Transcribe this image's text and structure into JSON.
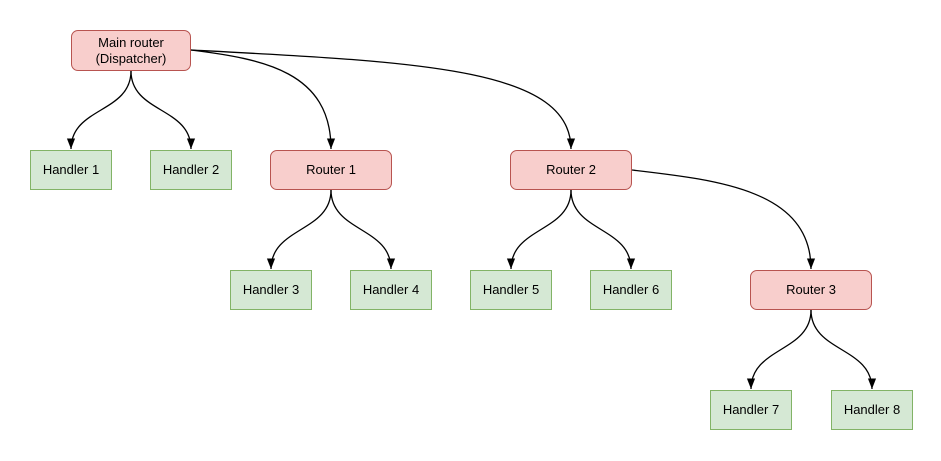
{
  "diagram": {
    "type": "tree",
    "colors": {
      "background": "#ffffff",
      "text": "#000000",
      "edge": "#000000",
      "router_fill": "#f8cecc",
      "router_border": "#b85450",
      "handler_fill": "#d5e8d4",
      "handler_border": "#82b366"
    },
    "nodes": {
      "main": {
        "label": "Main router (Dispatcher)",
        "kind": "router"
      },
      "h1": {
        "label": "Handler 1",
        "kind": "handler"
      },
      "h2": {
        "label": "Handler 2",
        "kind": "handler"
      },
      "r1": {
        "label": "Router 1",
        "kind": "router"
      },
      "r2": {
        "label": "Router 2",
        "kind": "router"
      },
      "h3": {
        "label": "Handler 3",
        "kind": "handler"
      },
      "h4": {
        "label": "Handler 4",
        "kind": "handler"
      },
      "h5": {
        "label": "Handler 5",
        "kind": "handler"
      },
      "h6": {
        "label": "Handler 6",
        "kind": "handler"
      },
      "r3": {
        "label": "Router 3",
        "kind": "router"
      },
      "h7": {
        "label": "Handler 7",
        "kind": "handler"
      },
      "h8": {
        "label": "Handler 8",
        "kind": "handler"
      }
    },
    "edges": [
      {
        "from": "main",
        "to": "h1"
      },
      {
        "from": "main",
        "to": "h2"
      },
      {
        "from": "main",
        "to": "r1"
      },
      {
        "from": "main",
        "to": "r2"
      },
      {
        "from": "r1",
        "to": "h3"
      },
      {
        "from": "r1",
        "to": "h4"
      },
      {
        "from": "r2",
        "to": "h5"
      },
      {
        "from": "r2",
        "to": "h6"
      },
      {
        "from": "r2",
        "to": "r3"
      },
      {
        "from": "r3",
        "to": "h7"
      },
      {
        "from": "r3",
        "to": "h8"
      }
    ]
  }
}
